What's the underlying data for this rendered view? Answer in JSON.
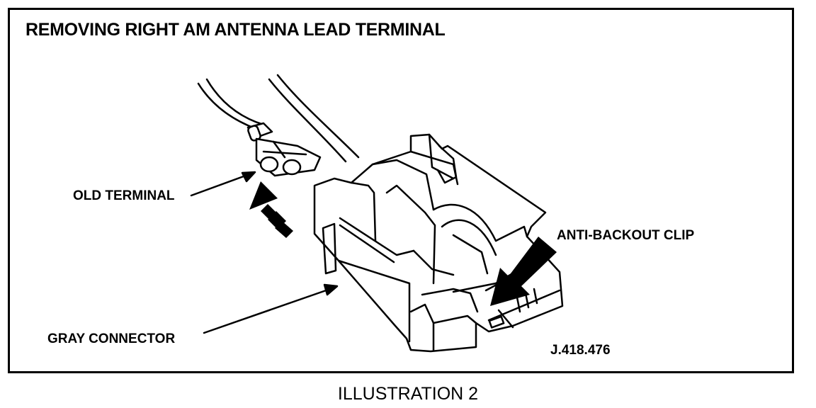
{
  "title": "REMOVING RIGHT AM ANTENNA LEAD TERMINAL",
  "labels": {
    "old_terminal": "OLD TERMINAL",
    "gray_connector": "GRAY CONNECTOR",
    "anti_backout_clip": "ANTI-BACKOUT CLIP",
    "figure_code": "J.418.476"
  },
  "caption": "ILLUSTRATION 2",
  "colors": {
    "ink": "#000000",
    "paper": "#ffffff"
  }
}
